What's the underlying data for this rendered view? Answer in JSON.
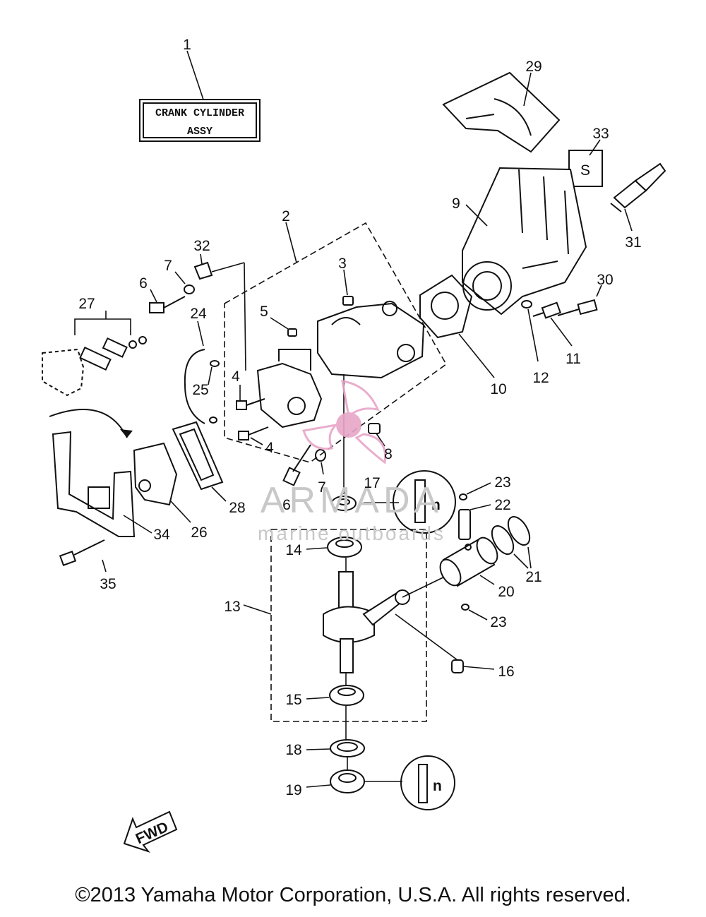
{
  "title_box": {
    "line1": "CRANK CYLINDER",
    "line2": "ASSY"
  },
  "fwd_label": "FWD",
  "watermark": {
    "brand": "ARMADA",
    "tagline": "marine outboards",
    "color": "#e8a6c8"
  },
  "copyright": "©2013 Yamaha Motor Corporation, U.S.A. All rights reserved.",
  "part_numbers": {
    "p1": "1",
    "p2": "2",
    "p3": "3",
    "p4a": "4",
    "p4b": "4",
    "p5": "5",
    "p6a": "6",
    "p6b": "6",
    "p7a": "7",
    "p7b": "7",
    "p8": "8",
    "p9": "9",
    "p10": "10",
    "p11": "11",
    "p12": "12",
    "p13": "13",
    "p14": "14",
    "p15": "15",
    "p16": "16",
    "p17": "17",
    "p18": "18",
    "p19": "19",
    "p20": "20",
    "p21": "21",
    "p22": "22",
    "p23a": "23",
    "p23b": "23",
    "p24": "24",
    "p25": "25",
    "p26": "26",
    "p27": "27",
    "p28": "28",
    "p29": "29",
    "p30": "30",
    "p31": "31",
    "p32": "32",
    "p33": "33",
    "p34": "34",
    "p35": "35"
  },
  "spark_plug_badge": "S",
  "detail_letters": {
    "upper": "n",
    "lower": "n"
  }
}
